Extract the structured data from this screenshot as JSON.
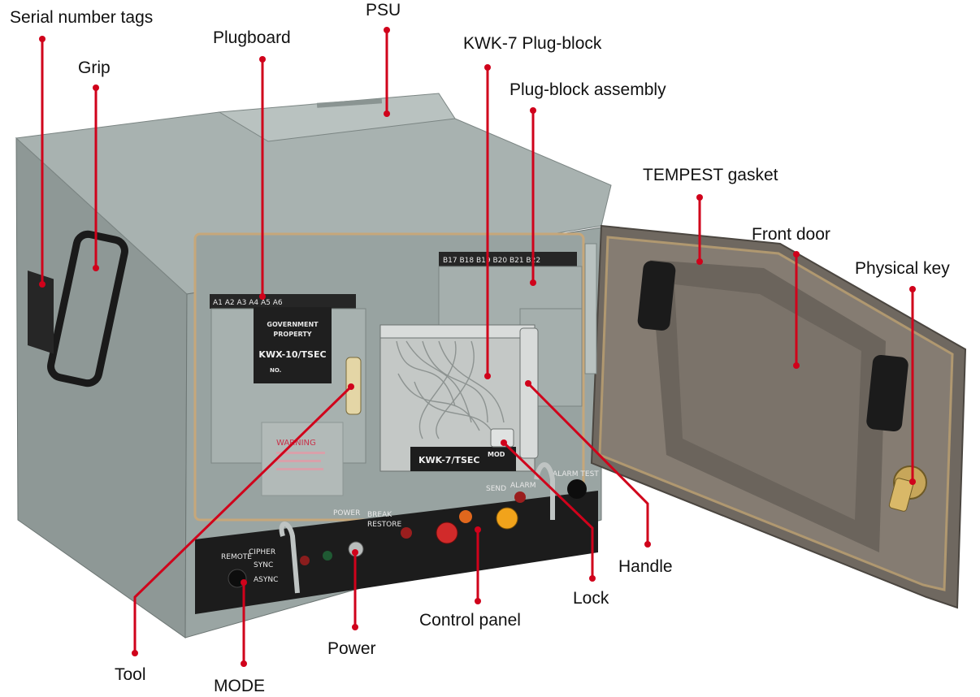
{
  "callouts": {
    "serial_tags": "Serial number tags",
    "grip": "Grip",
    "plugboard": "Plugboard",
    "psu": "PSU",
    "plug_block": "KWK-7 Plug-block",
    "plug_block_assembly": "Plug-block assembly",
    "tempest_gasket": "TEMPEST gasket",
    "front_door": "Front door",
    "physical_key": "Physical key",
    "handle": "Handle",
    "lock": "Lock",
    "control_panel": "Control panel",
    "power": "Power",
    "tool": "Tool",
    "mode": "MODE"
  },
  "device_text": {
    "gov_line1": "GOVERNMENT",
    "gov_line2": "PROPERTY",
    "model": "KWX-10/TSEC",
    "no": "NO.",
    "warning": "WARNING",
    "plug_block_label": "KWK-7/TSEC",
    "mod": "MOD",
    "mode_remote": "REMOTE",
    "mode_cipher": "CIPHER",
    "mode_sync": "SYNC",
    "mode_async": "ASYNC",
    "power": "POWER",
    "break": "BREAK",
    "restore": "RESTORE",
    "send": "SEND",
    "alarm": "ALARM",
    "alarm_test": "ALARM TEST"
  },
  "colors": {
    "callout_line": "#d0021b",
    "chassis": "#9aa5a3",
    "panel": "#1e1e1e",
    "door_interior": "#7b736a"
  }
}
